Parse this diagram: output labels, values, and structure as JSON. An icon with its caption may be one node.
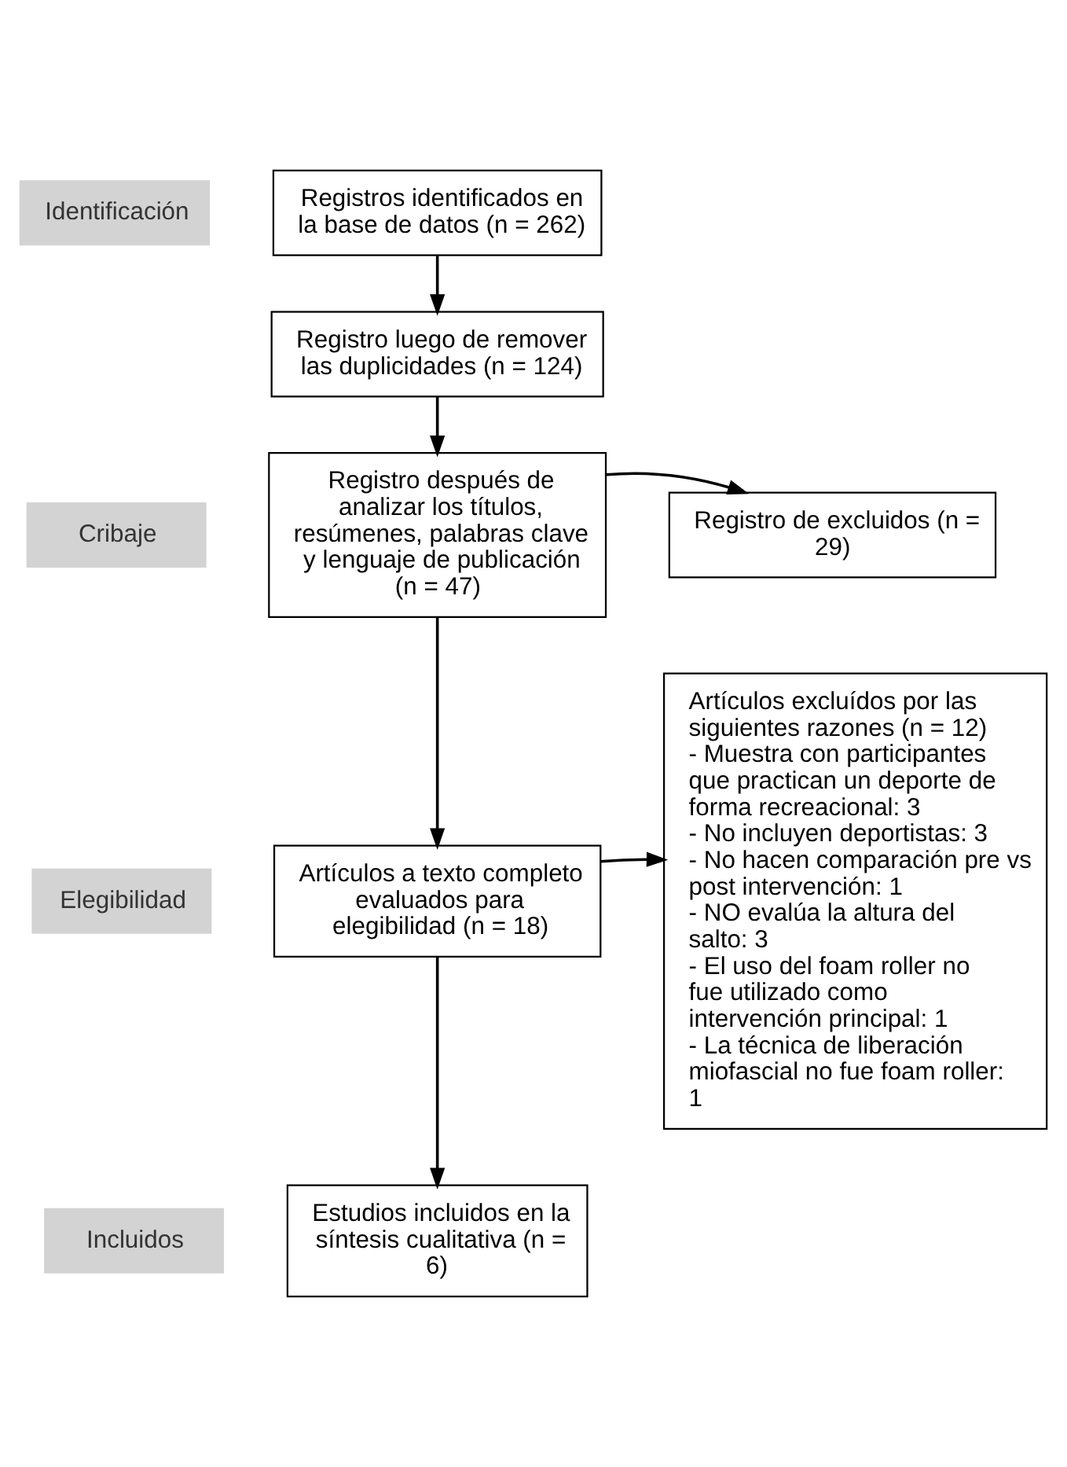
{
  "diagram": {
    "nodes": [
      {
        "text": [
          "Identificación"
        ]
      },
      {
        "text": [
          "Registros identificados en la base de datos (n = 262)"
        ]
      },
      {
        "text": [
          "Registro luego de remover las duplicidades (n = 124)"
        ]
      },
      {
        "text": [
          "Cribaje"
        ]
      },
      {
        "text": [
          "Registro después de analizar los títulos, resúmenes, palabras clave y lenguaje de publicación (n = 47)"
        ]
      },
      {
        "text": [
          "Registro de excluidos (n = 29)"
        ]
      },
      {
        "text": [
          "Elegibilidad"
        ]
      },
      {
        "text": [
          "Artículos a texto completo evaluados para elegibilidad (n = 18)"
        ]
      },
      {
        "text": [
          "Artículos excluídos por las siguientes razones (n = 12)",
          "- Muestra con participantes que practican un deporte de forma recreacional: 3",
          "- No incluyen deportistas: 3",
          "- No hacen comparación pre vs post intervención: 1",
          "- NO evalúa la altura del salto: 3",
          "- El uso del foam roller no fue utilizado como intervención principal: 1",
          "- La técnica de liberación miofascial no fue foam roller: 1"
        ]
      },
      {
        "text": [
          "Incluidos"
        ]
      },
      {
        "text": [
          "Estudios incluidos en la síntesis cualitativa (n = 6)"
        ]
      }
    ],
    "edges": [
      {
        "from": 1,
        "to": 2,
        "arrow": "to"
      },
      {
        "from": 2,
        "to": 4,
        "arrow": "to"
      },
      {
        "from": 4,
        "to": 5,
        "arrow": "to"
      },
      {
        "from": 4,
        "to": 7,
        "arrow": "to"
      },
      {
        "from": 7,
        "to": 8,
        "arrow": "to"
      },
      {
        "from": 7,
        "to": 10,
        "arrow": "to"
      }
    ]
  }
}
